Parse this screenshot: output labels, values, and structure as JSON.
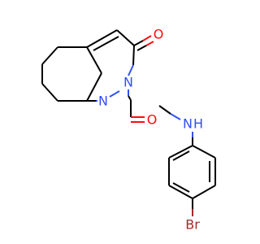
{
  "molecule": {
    "atoms": [
      {
        "label": "O",
        "color": "#ff0d0d"
      },
      {
        "label": "N",
        "color": "#3050f8"
      },
      {
        "label": "N",
        "color": "#3050f8"
      },
      {
        "label": "O",
        "color": "#ff0d0d"
      },
      {
        "label": "N",
        "color": "#3050f8"
      },
      {
        "label": "H",
        "color": "#3050f8"
      },
      {
        "label": "Br",
        "color": "#a62929"
      }
    ]
  }
}
